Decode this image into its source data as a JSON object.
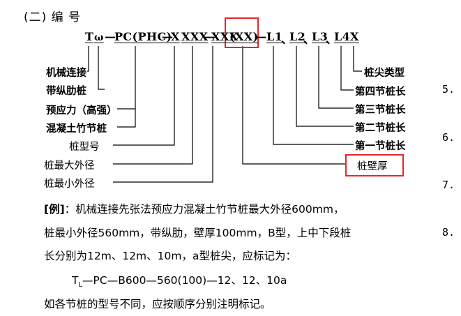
{
  "heading": "(二) 编 号",
  "code": {
    "t": "T",
    "omega": "ω",
    "sep1": "—",
    "pc": "PC(PHC)",
    "sep2": "—",
    "x1": "X",
    "xxx1": "XXX",
    "sep3": "—",
    "xxx2": "XXX",
    "xx": "(XX)",
    "sep4": "—",
    "l1": "L1",
    "c1": "、",
    "l2": "L2",
    "c2": "、",
    "l3": "L3",
    "c3": "、",
    "l4": "L4",
    "x2": "X"
  },
  "left_labels": {
    "mechanical": "机械连接",
    "rib": "带纵肋桩",
    "prestress": "预应力（高强）",
    "concrete_pile": "混凝土竹节桩",
    "pile_model": "桩型号",
    "max_dia": "桩最大外径",
    "min_dia": "桩最小外径"
  },
  "right_labels": {
    "tip_type": "桩尖类型",
    "fourth": "第四节桩长",
    "third": "第三节桩长",
    "second": "第二节桩长",
    "first": "第一节桩长",
    "wall": "桩壁厚"
  },
  "example": {
    "tag": "[例]",
    "line1": "：机械连接先张法预应力混凝土竹节桩最大外径600mm，",
    "line2": "桩最小外径560mm，带纵肋，壁厚100mm，B型，上中下段桩",
    "line3": "长分别为12m、12m、10m，a型桩尖，应标记为：",
    "formula_t": "T",
    "formula_sub": "L",
    "formula_rest": "—PC—B600—560(100)—12、12、10a",
    "line5": "如各节桩的型号不同，应按顺序分别注明标记。"
  },
  "side_numbers": [
    "5.",
    "6.",
    "7.",
    "8."
  ],
  "colors": {
    "highlight": "#e8262b",
    "text": "#000000"
  }
}
